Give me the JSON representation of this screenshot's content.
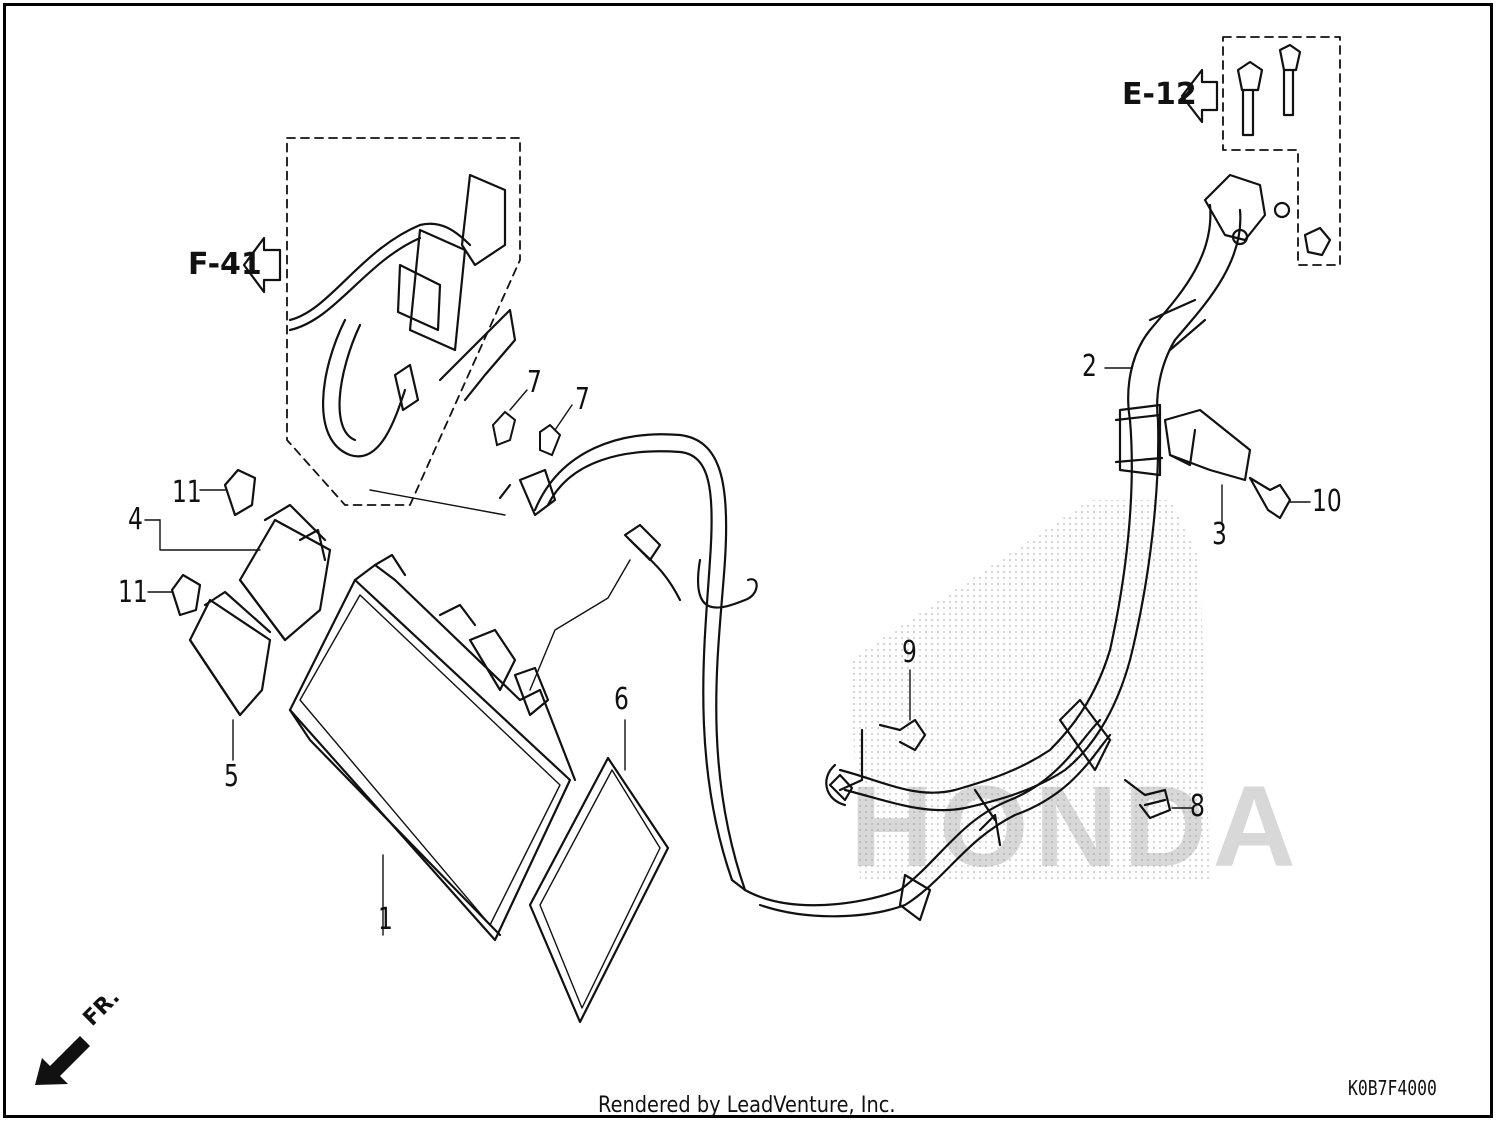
{
  "diagram": {
    "watermark": "HONDA",
    "drawing_code": "K0B7F4000",
    "credit": "Rendered by LeadVenture, Inc.",
    "front_marker": "FR.",
    "references": [
      {
        "id": "ref-e12",
        "label": "E-12"
      },
      {
        "id": "ref-f41",
        "label": "F-41"
      }
    ],
    "callouts": [
      {
        "id": "callout-1",
        "label": "1"
      },
      {
        "id": "callout-2",
        "label": "2"
      },
      {
        "id": "callout-3",
        "label": "3"
      },
      {
        "id": "callout-4",
        "label": "4"
      },
      {
        "id": "callout-5",
        "label": "5"
      },
      {
        "id": "callout-6",
        "label": "6"
      },
      {
        "id": "callout-7a",
        "label": "7"
      },
      {
        "id": "callout-7b",
        "label": "7"
      },
      {
        "id": "callout-8",
        "label": "8"
      },
      {
        "id": "callout-9",
        "label": "9"
      },
      {
        "id": "callout-10",
        "label": "10"
      },
      {
        "id": "callout-11a",
        "label": "11"
      },
      {
        "id": "callout-11b",
        "label": "11"
      }
    ]
  }
}
